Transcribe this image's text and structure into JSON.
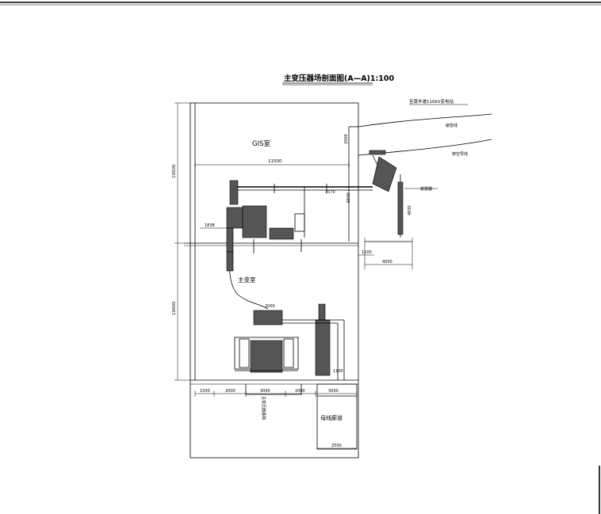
{
  "drawing": {
    "title": "主变压器场剖面图(A—A)1:100"
  },
  "rooms": {
    "gis_room": "GIS室",
    "main_transformer_room": "主变室",
    "busbar_corridor": "母线廊道"
  },
  "callouts": {
    "line_to_substation": "至黄羊滩110kV变电站",
    "lightning_line": "避雷线",
    "overhead_conductor": "架空导线",
    "surge_arrester": "避雷器",
    "vertical_note": "主变压器基础"
  },
  "dimensions": {
    "gis_width": "11500",
    "gis_height": "10000",
    "lower_height": "10000",
    "d_2000_top": "2000",
    "d_3570": "3570",
    "d_6500": "6500",
    "d_4830": "4830",
    "d_1838": "1838",
    "d_1100_a": "1100",
    "d_4000": "4000",
    "d_2000_cable": "2000",
    "d_1100_b": "1100",
    "bottom_1500": "1500",
    "bottom_2000_a": "2000",
    "bottom_3000_a": "3000",
    "bottom_2000_b": "2000",
    "bottom_3000_b": "3000",
    "corridor_2500": "2500"
  },
  "colors": {
    "line": "#000000",
    "background": "#ffffff"
  }
}
